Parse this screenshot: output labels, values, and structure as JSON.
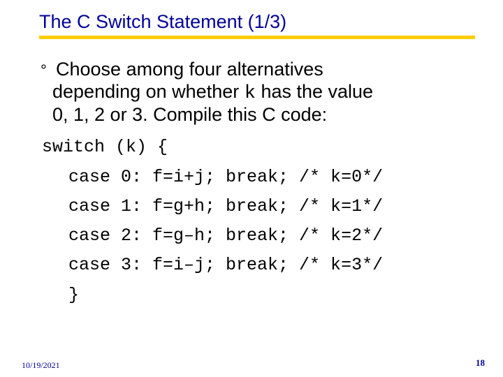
{
  "slide": {
    "title": "The C Switch Statement (1/3)",
    "bullet_marker": "°",
    "bullet_line1": "Choose among four alternatives",
    "bullet_line2_pre": "depending on whether ",
    "bullet_line2_code": "k",
    "bullet_line2_post": " has the value",
    "bullet_line3": "0, 1, 2 or 3.  Compile this C code:",
    "code_header": "switch (k) {",
    "code_lines": [
      "case 0: f=i+j; break; /* k=0*/",
      "case 1: f=g+h; break; /* k=1*/",
      "case 2: f=g–h; break; /* k=2*/",
      "case 3: f=i–j; break; /* k=3*/"
    ],
    "code_close": "}"
  },
  "footer": {
    "date": "10/19/2021",
    "page_number": "18"
  },
  "colors": {
    "title": "#000099",
    "accent_rule": "#ffcc00",
    "footer": "#000099"
  }
}
